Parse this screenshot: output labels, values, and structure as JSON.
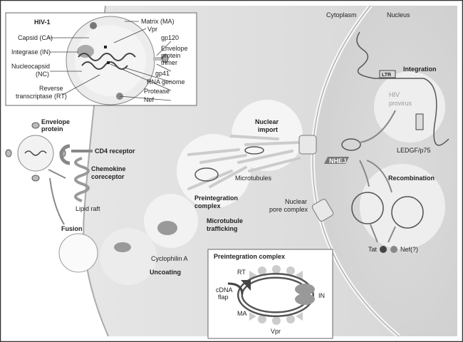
{
  "inset_hiv": {
    "title": "HIV-1",
    "left_labels": [
      "Capsid (CA)",
      "Integrase (IN)",
      "Nucleocapsid",
      "(NC)",
      "Reverse",
      "transcriptase (RT)"
    ],
    "right_labels": [
      "Matrix (MA)",
      "Vpr",
      "gp120",
      "Envelope",
      "protein",
      "trimer",
      "gp41",
      "RNA genome",
      "Protease",
      "Nef"
    ]
  },
  "entry": {
    "envelope_protein": [
      "Envelope",
      "protein"
    ],
    "cd4": "CD4 receptor",
    "chemokine": [
      "Chemokine",
      "coreceptor"
    ],
    "lipid_raft": "Lipid raft",
    "fusion": "Fusion",
    "cyclophilin": "Cyclophilin A",
    "uncoating": "Uncoating"
  },
  "trafficking": {
    "preintegration": [
      "Preintegration",
      "complex"
    ],
    "microtubule_trafficking": [
      "Microtubule",
      "trafficking"
    ],
    "microtubules": "Microtubules",
    "nuclear_import": [
      "Nuclear",
      "import"
    ],
    "nuclear_pore": [
      "Nuclear",
      "pore complex"
    ]
  },
  "nucleus": {
    "cytoplasm": "Cytoplasm",
    "nucleus": "Nucleus",
    "integration": "Integration",
    "provirus": [
      "HIV",
      "provirus"
    ],
    "ltr": "LTR",
    "ledgf": "LEDGF/p75",
    "nhej": "NHEJ",
    "recombination": "Recombination",
    "tat": "Tat",
    "nef": "Nef(?)"
  },
  "inset_pic": {
    "title": "Preintegration complex",
    "rt": "RT",
    "cdna": [
      "cDNA",
      "flap"
    ],
    "ma": "MA",
    "in": "IN",
    "vpr": "Vpr"
  }
}
